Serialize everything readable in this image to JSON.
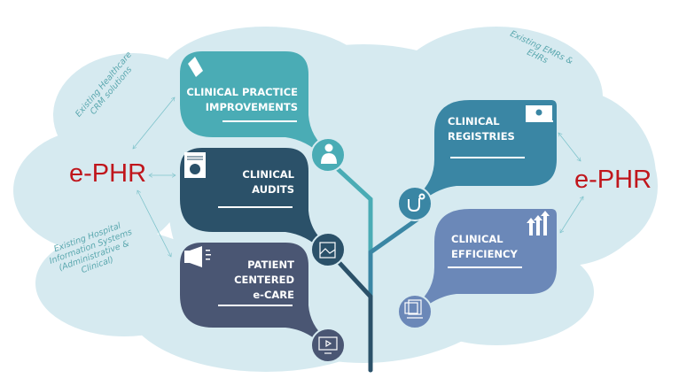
{
  "center_label": "e-PHR",
  "notes": {
    "crm": [
      "Existing Healthcare",
      "CRM solutions"
    ],
    "his": [
      "Existing Hospital",
      "Information Systems",
      "(Administrative &",
      "Clinical)"
    ],
    "emr": [
      "Existing EMRs &",
      "EHRs"
    ]
  },
  "cards": [
    {
      "lines": [
        "CLINICAL PRACTICE",
        "IMPROVEMENTS"
      ],
      "icon": "tag-icon",
      "node_icon": "doctor-icon",
      "color": "#4aacb5"
    },
    {
      "lines": [
        "CLINICAL",
        "AUDITS"
      ],
      "icon": "document-clock-icon",
      "node_icon": "devices-image-icon",
      "color": "#2b5169"
    },
    {
      "lines": [
        "PATIENT",
        "CENTERED",
        "e-CARE"
      ],
      "icon": "megaphone-icon",
      "node_icon": "video-monitor-icon",
      "color": "#4a5673"
    },
    {
      "lines": [
        "CLINICAL",
        "REGISTRIES"
      ],
      "icon": "laptop-gear-icon",
      "node_icon": "stethoscope-icon",
      "color": "#3a86a4"
    },
    {
      "lines": [
        "CLINICAL",
        "EFFICIENCY"
      ],
      "icon": "arrows-up-icon",
      "node_icon": "computer-icon",
      "color": "#6b88b8"
    }
  ],
  "colors": {
    "cloud": "#d6eaf0",
    "accent_red": "#c0161c",
    "note": "#5aa7ae"
  }
}
